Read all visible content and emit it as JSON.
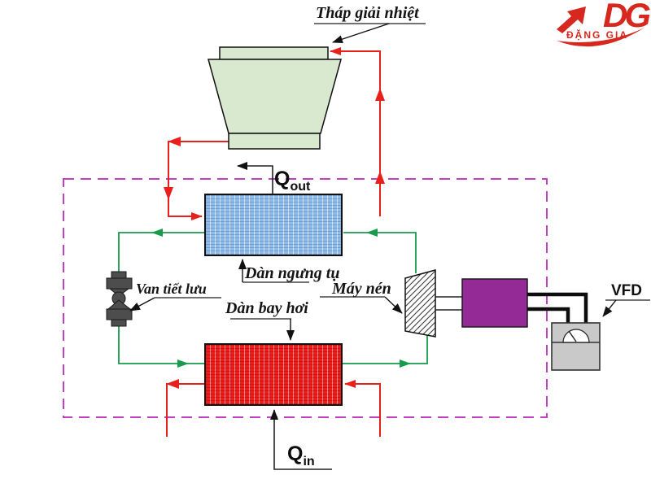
{
  "logo": {
    "monogram": "DG",
    "name": "ĐẶNG GIA",
    "brand_color": "#d6281e"
  },
  "labels": {
    "cooling_tower": "Tháp giải nhiệt",
    "condenser": "Dàn ngưng tụ",
    "expansion_valve": "Van tiết lưu",
    "evaporator": "Dàn bay hơi",
    "compressor": "Máy nén",
    "vfd": "VFD",
    "q_out": {
      "symbol": "Q",
      "subscript": "out"
    },
    "q_in": {
      "symbol": "Q",
      "subscript": "in"
    }
  },
  "colors": {
    "water_line_red": "#e8201c",
    "refrigerant_line_green": "#189c4c",
    "boundary_magenta": "#c13fc1",
    "condenser_fill": "#8fbce9",
    "evaporator_fill": "#ee1d1d",
    "tower_fill": "#d8e9d0",
    "motor_fill": "#942a96",
    "valve_fill": "#4d4d4d",
    "vfd_fill": "#c9c9c9",
    "outline_black": "#111111"
  }
}
